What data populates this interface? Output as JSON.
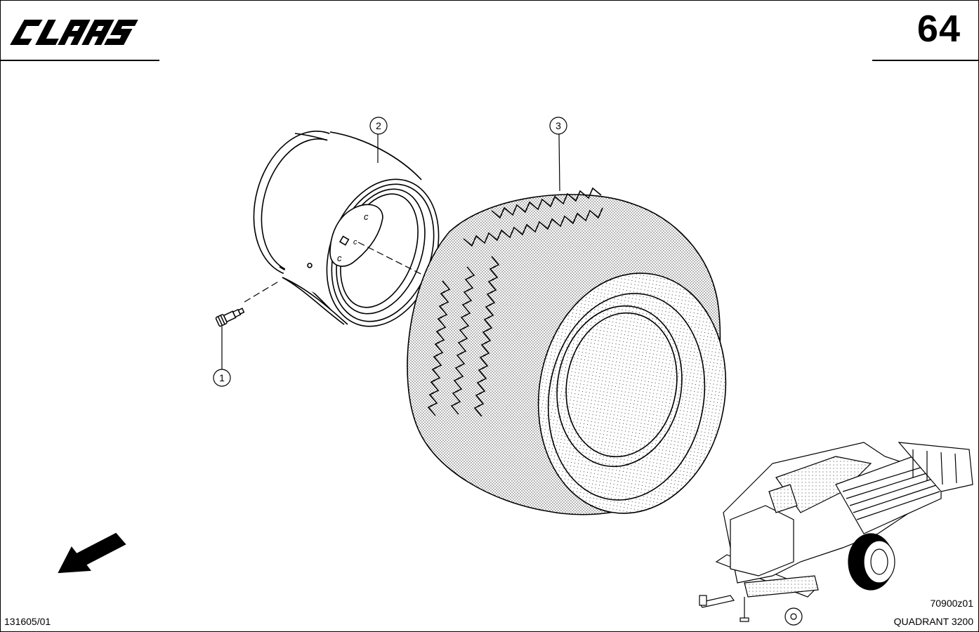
{
  "header": {
    "brand": "CLAAS",
    "page_number": "64"
  },
  "callouts": [
    {
      "id": "1",
      "part": "valve-icon"
    },
    {
      "id": "2",
      "part": "rim-icon"
    },
    {
      "id": "3",
      "part": "tyre-icon"
    }
  ],
  "footer": {
    "doc_id": "131605/01",
    "figure_id": "70900z01",
    "model": "QUADRANT 3200"
  },
  "colors": {
    "ink": "#000000",
    "paper": "#ffffff"
  }
}
